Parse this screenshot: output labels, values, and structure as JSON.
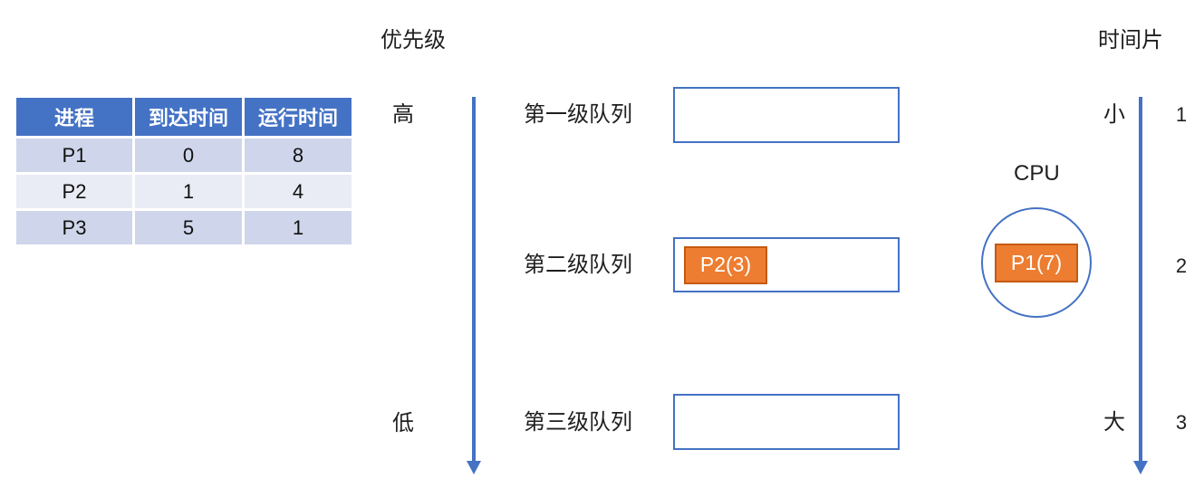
{
  "process_table": {
    "headers": [
      "进程",
      "到达时间",
      "运行时间"
    ],
    "rows": [
      [
        "P1",
        "0",
        "8"
      ],
      [
        "P2",
        "1",
        "4"
      ],
      [
        "P3",
        "5",
        "1"
      ]
    ]
  },
  "priority_axis": {
    "title": "优先级",
    "high": "高",
    "low": "低"
  },
  "timeslice_axis": {
    "title": "时间片",
    "small": "小",
    "large": "大",
    "ticks": [
      "1",
      "2",
      "3"
    ]
  },
  "queues": [
    {
      "label": "第一级队列",
      "items": []
    },
    {
      "label": "第二级队列",
      "items": [
        "P2(3)"
      ]
    },
    {
      "label": "第三级队列",
      "items": []
    }
  ],
  "cpu": {
    "label": "CPU",
    "running_process": "P1(7)"
  },
  "colors": {
    "accent_blue": "#4472C4",
    "process_fill": "#ED7D31",
    "process_border": "#C55A11",
    "table_header_bg": "#4472C4",
    "table_row_odd": "#CFD5EA",
    "table_row_even": "#E9EBF5"
  }
}
